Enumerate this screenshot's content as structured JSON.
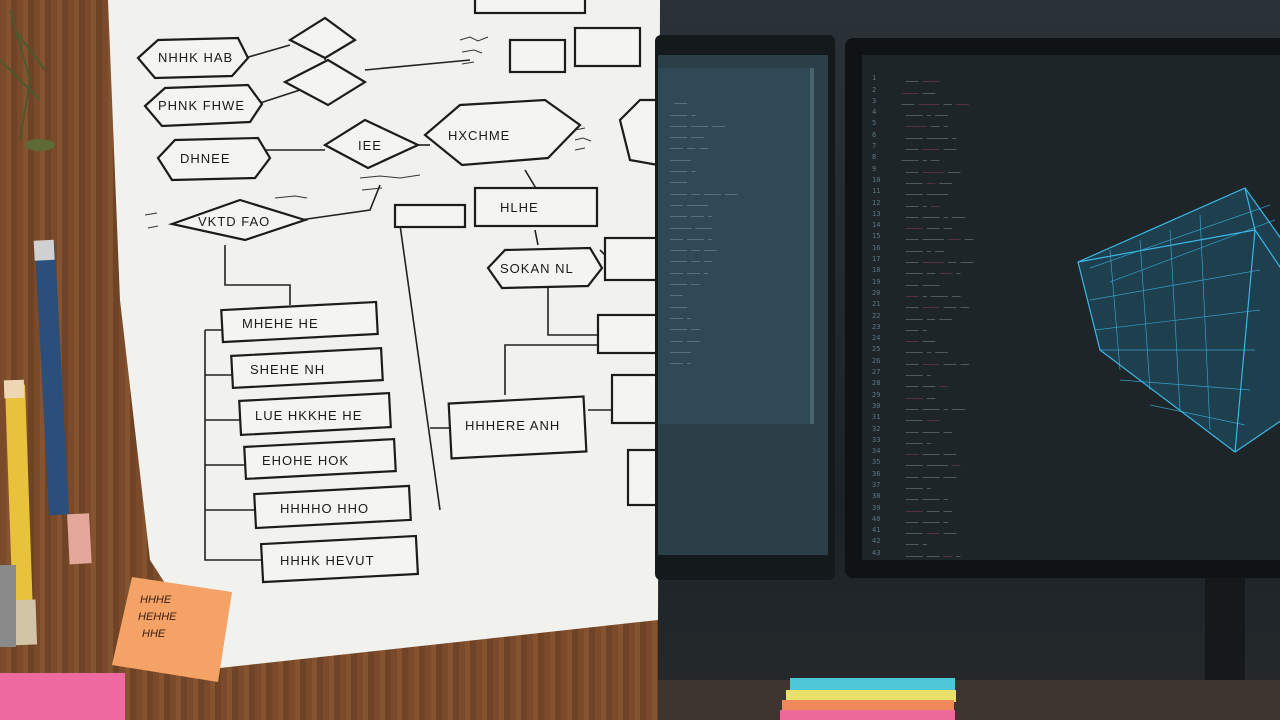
{
  "flowchart": {
    "nodes": [
      {
        "id": "n1",
        "shape": "hex",
        "text": "NHHK HAB"
      },
      {
        "id": "n2",
        "shape": "hex",
        "text": "PHNK FHWE"
      },
      {
        "id": "n3",
        "shape": "hex",
        "text": "DHNEE"
      },
      {
        "id": "n4",
        "shape": "diamond",
        "text": "VKTD FAO"
      },
      {
        "id": "n5",
        "shape": "diamond",
        "text": "IEE"
      },
      {
        "id": "n6",
        "shape": "hex",
        "text": "HXCHME"
      },
      {
        "id": "n7",
        "shape": "rect",
        "text": "HLHE"
      },
      {
        "id": "n8",
        "shape": "hex",
        "text": "SOKAN NL"
      },
      {
        "id": "n9",
        "shape": "rect",
        "text": "MHEHE HE"
      },
      {
        "id": "n10",
        "shape": "rect",
        "text": "SHEHE NH"
      },
      {
        "id": "n11",
        "shape": "rect",
        "text": "LUE HKKHE HE"
      },
      {
        "id": "n12",
        "shape": "rect",
        "text": "EHOHE HOK"
      },
      {
        "id": "n13",
        "shape": "rect",
        "text": "HHHHO HHO"
      },
      {
        "id": "n14",
        "shape": "rect",
        "text": "HHHK HEVUT"
      },
      {
        "id": "n15",
        "shape": "rect",
        "text": "HHHERE ANH"
      }
    ]
  },
  "sticky_note": {
    "lines": [
      "HHHE",
      "HEHHE",
      "HHE"
    ]
  },
  "editor": {
    "colors": {
      "keyword": "#e0566a",
      "text": "#c9d6dc",
      "bg": "#1e2529"
    }
  }
}
